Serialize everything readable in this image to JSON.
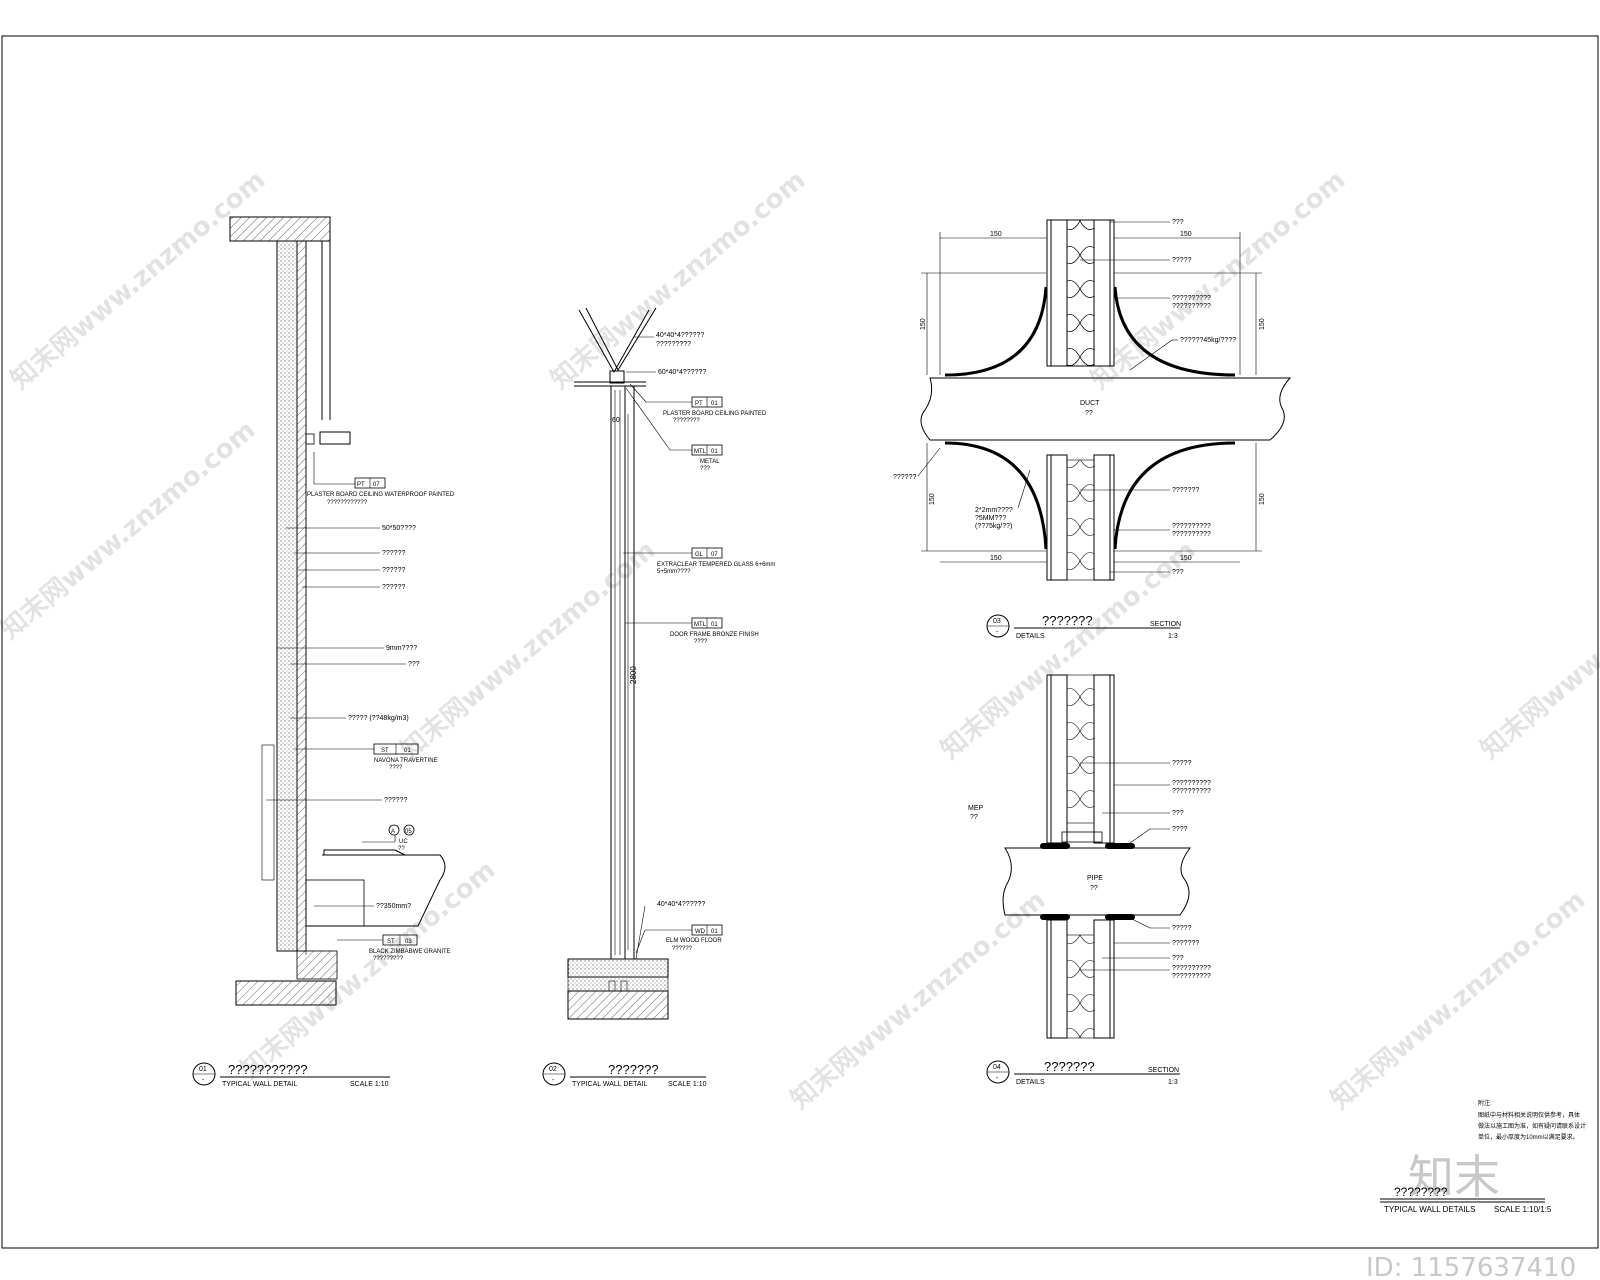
{
  "watermark": {
    "text": "知末网www.znzmo.com"
  },
  "brand": {
    "logo": "知末",
    "id": "ID: 1157637410"
  },
  "titleblock": {
    "title": "????????",
    "subtitle": "TYPICAL WALL DETAILS",
    "scale": "SCALE 1:10/1:5",
    "notes": [
      "附注:",
      "图纸中与材料相关说明仅供参考，具体",
      "做法以施工图为准，如有疑问请联系设计",
      "单位，最小厚度为10mm以满足要求。"
    ]
  },
  "details": [
    {
      "num": "01",
      "code": "-",
      "title": "???????????",
      "label": "TYPICAL WALL DETAIL",
      "scale": "SCALE 1:10"
    },
    {
      "num": "02",
      "code": "-",
      "title": "???????",
      "label": "TYPICAL WALL DETAIL",
      "scale": "SCALE 1:10"
    },
    {
      "num": "03",
      "code": "-",
      "title": "???????",
      "label": "DETAILS",
      "scale_top": "SECTION",
      "scale": "1:3"
    },
    {
      "num": "04",
      "code": "-",
      "title": "???????",
      "label": "DETAILS",
      "scale_top": "SECTION",
      "scale": "1:3"
    }
  ],
  "detail1": {
    "tag1": {
      "a": "PT",
      "b": "07"
    },
    "n1": "PLASTER BOARD CEILING WATERPROOF PAINTED",
    "n1b": "????????????",
    "n2": "50*50????",
    "n3": "??????",
    "n4": "??????",
    "n5": "??????",
    "n6": "9mm????",
    "n7": "???",
    "n8": "????? (??48kg/m3)",
    "tag2": {
      "a": "ST",
      "b": "01"
    },
    "n9": "NAVONA TRAVERTINE",
    "n9b": "????",
    "n10": "??????",
    "tag3": {
      "a": "A",
      "b": "05"
    },
    "n11": "UC",
    "n11b": "??",
    "n12": "??350mm?",
    "tag4": {
      "a": "ST",
      "b": "03"
    },
    "n13": "BLACK ZIMBABWE GRANITE",
    "n13b": "?????????"
  },
  "detail2": {
    "n1": "40*40*4??????",
    "n1b": "?????????",
    "n2": "60*40*4??????",
    "tag1": {
      "a": "PT",
      "b": "01"
    },
    "n3": "PLASTER BOARD CEILING PAINTED",
    "n3b": "????????",
    "tag2": {
      "a": "MTL",
      "b": "01"
    },
    "n4": "METAL",
    "n4b": "???",
    "dim_top": "60",
    "tag3": {
      "a": "GL",
      "b": "07"
    },
    "n5": "EXTRACLEAR TEMPERED GLASS 6+6mm",
    "n5b": "5+5mm????",
    "tag4": {
      "a": "MTL",
      "b": "01"
    },
    "n6": "DOOR FRAME BRONZE FINISH",
    "n6b": "????",
    "height": "2800",
    "n7": "40*40*4??????",
    "tag5": {
      "a": "WD",
      "b": "01"
    },
    "n8": "ELM WOOD FLOOR",
    "n8b": "??????"
  },
  "detail3": {
    "d150a": "150",
    "d150b": "150",
    "d150c": "150",
    "d150d": "150",
    "d150e": "150",
    "d150f": "150",
    "d150g": "150",
    "d150h": "150",
    "duct": "DUCT",
    "duct_cn": "??",
    "r1": "???",
    "r2": "?????",
    "r3": "??????????",
    "r3b": "??????????",
    "r4": "??????45kg/????",
    "l1": "??????",
    "l2": "2*2mm????",
    "l2b": "?5MM???",
    "l2c": "(??75kg/??)",
    "r5": "???????",
    "r6": "??????????",
    "r6b": "??????????",
    "r7": "???"
  },
  "detail4": {
    "mep": "MEP",
    "mep_cn": "??",
    "pipe": "PIPE",
    "pipe_cn": "??",
    "r1": "?????",
    "r2": "??????????",
    "r2b": "??????????",
    "r3": "???",
    "r4": "????",
    "r5": "?????",
    "r6": "???????",
    "r7": "???",
    "r8": "??????????",
    "r8b": "??????????"
  }
}
